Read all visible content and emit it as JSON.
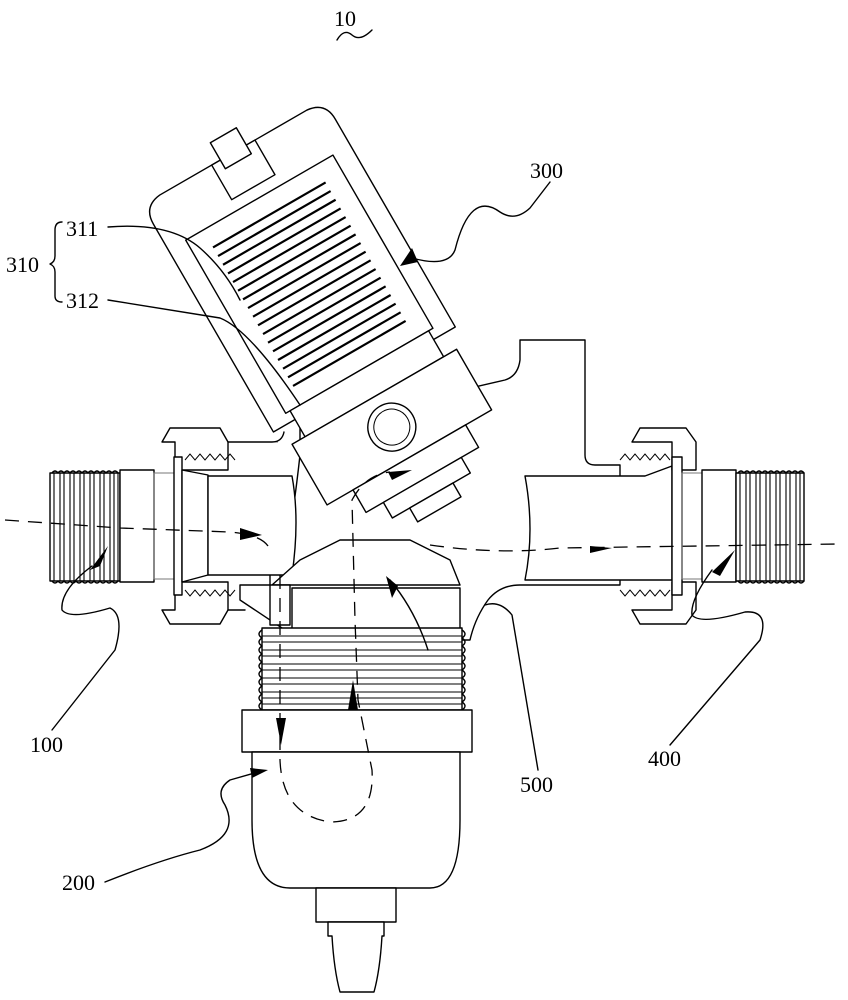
{
  "figure": {
    "title_numeral": "10",
    "type": "valve assembly cross-section (patent drawing)"
  },
  "labels": {
    "inlet": "100",
    "filter": "200",
    "pressure_reducing_valve": "300",
    "valve_group": "310",
    "valve_sub_1": "311",
    "valve_sub_2": "312",
    "outlet": "400",
    "channel": "500"
  },
  "colors": {
    "line": "#000000",
    "background": "#ffffff"
  }
}
